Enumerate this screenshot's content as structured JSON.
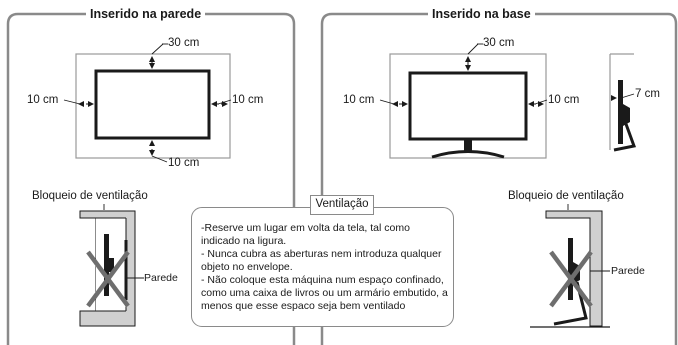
{
  "panels": {
    "wall": {
      "title": "Inserido na parede",
      "top": "30 cm",
      "left": "10 cm",
      "right": "10 cm",
      "bottom": "10 cm",
      "vent_block": "Bloqueio de ventilação",
      "wall": "Parede"
    },
    "base": {
      "title": "Inserido na base",
      "top": "30 cm",
      "left": "10 cm",
      "right": "10 cm",
      "side": "7 cm",
      "vent_block": "Bloqueio de ventilação",
      "wall": "Parede"
    }
  },
  "note": {
    "title": "Ventilação",
    "lines": [
      "-Reserve um lugar em volta da tela, tal como indicado na ligura.",
      "- Nunca cubra as aberturas nem introduza qualquer objeto no envelope.",
      "- Não coloque esta máquina num espaço confinado, como uma caixa de livros ou um armário embutido, a menos que esse espaco seja bem ventilado"
    ]
  },
  "colors": {
    "frame": "#8a8a8a",
    "clearance_box": "#9a9a9a",
    "monitor": "#1a1a1a",
    "cross": "#6e6e6e",
    "cabinet_fill": "#d0d0d0"
  }
}
